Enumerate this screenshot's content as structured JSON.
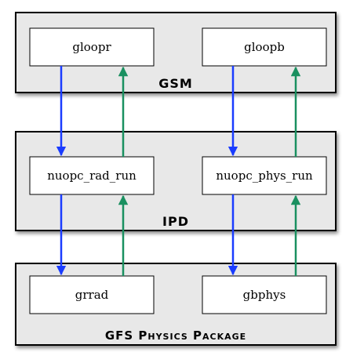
{
  "layers": {
    "gsm": "GSM",
    "ipd": "IPD",
    "gfs": "GFS Physics Package"
  },
  "modules": {
    "gloopr": "gloopr",
    "gloopb": "gloopb",
    "nuopc_rad_run": "nuopc_rad_run",
    "nuopc_phys_run": "nuopc_phys_run",
    "grrad": "grrad",
    "gbphys": "gbphys"
  },
  "colors": {
    "down_arrow": "#1a3cff",
    "up_arrow": "#1a9060",
    "layer_fill": "#e8e8e8"
  }
}
